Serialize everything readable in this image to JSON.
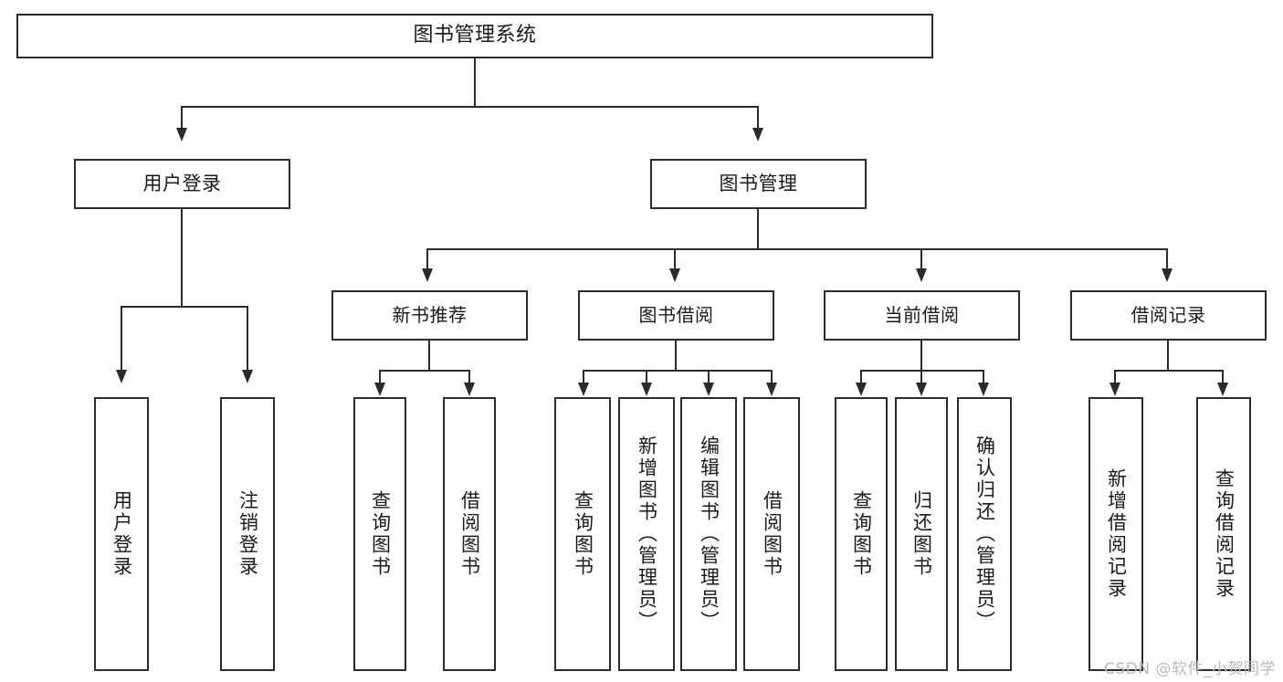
{
  "diagram": {
    "title": "图书管理系统",
    "type": "hierarchy-tree",
    "watermark": "CSDN @软件_小贺同学",
    "colors": {
      "stroke": "#2b2b2b",
      "text": "#1a1a1a",
      "background": "#ffffff",
      "watermark": "#b9b9b9"
    },
    "nodes": {
      "root": "图书管理系统",
      "level1": [
        "用户登录",
        "图书管理"
      ],
      "level2": [
        "新书推荐",
        "图书借阅",
        "当前借阅",
        "借阅记录"
      ],
      "leaves": {
        "user_login": [
          "用户登录",
          "注销登录"
        ],
        "new_book_recommend": [
          "查询图书",
          "借阅图书"
        ],
        "book_borrow": [
          "查询图书",
          "新增图书（管理员）",
          "编辑图书（管理员）",
          "借阅图书"
        ],
        "current_borrow": [
          "查询图书",
          "归还图书",
          "确认归还（管理员）"
        ],
        "borrow_records": [
          "新增借阅记录",
          "查询借阅记录"
        ]
      }
    }
  }
}
